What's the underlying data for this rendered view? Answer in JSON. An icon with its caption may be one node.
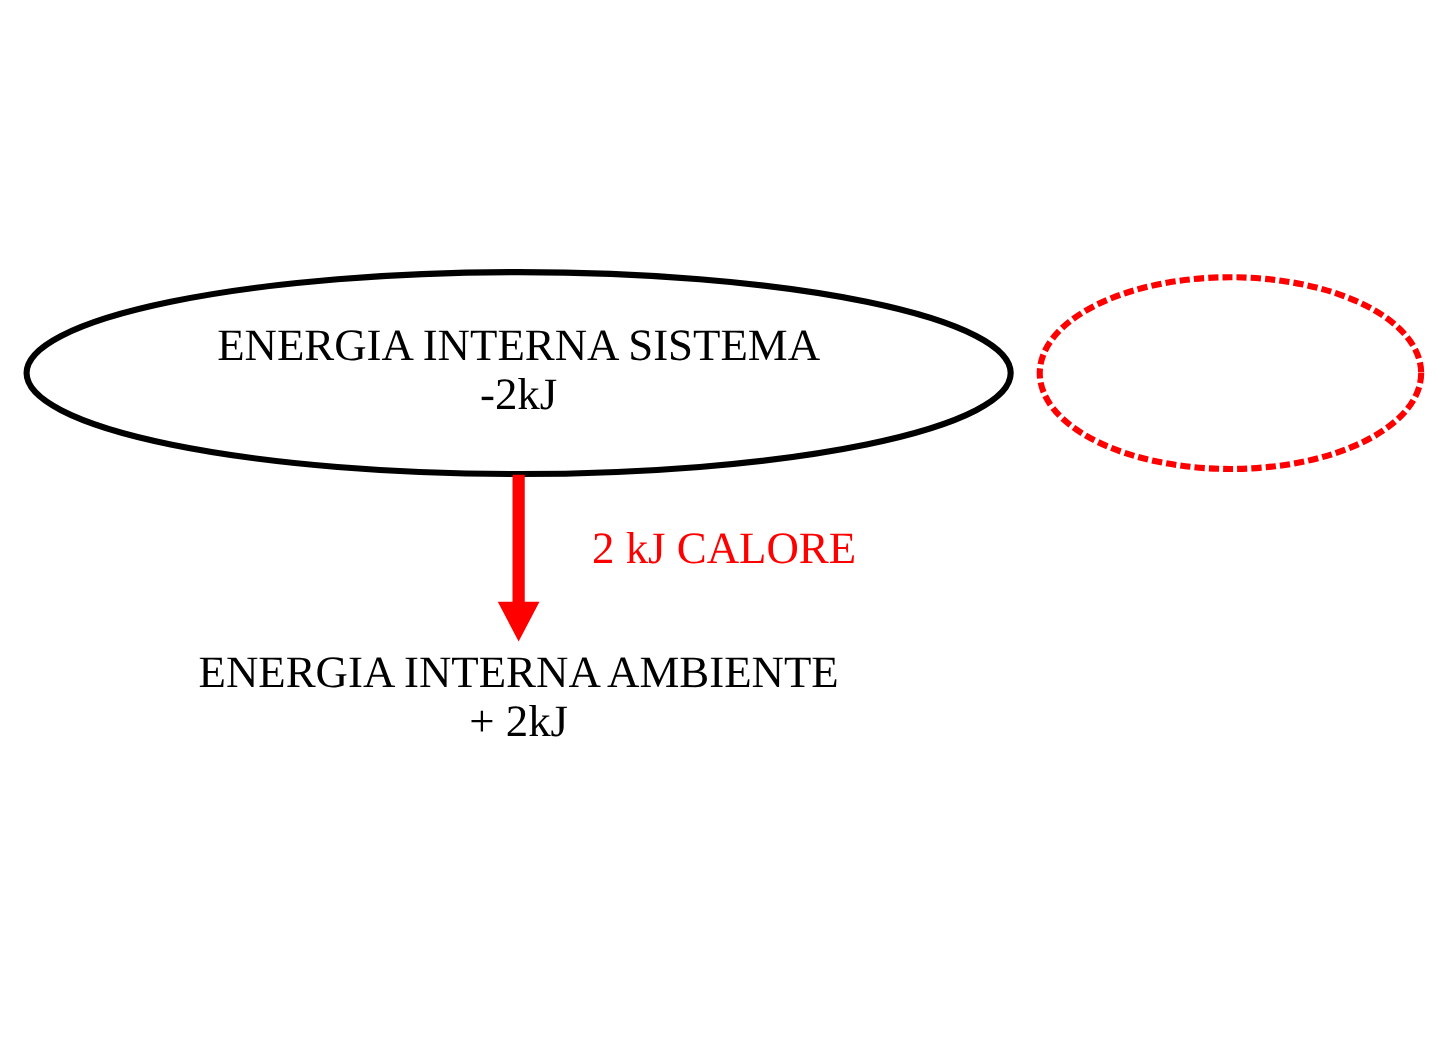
{
  "diagram": {
    "nodes": [
      {
        "text": [
          "ENERGIA INTERNA SISTEMA",
          "-2kJ"
        ]
      },
      {
        "text": [],
        "shape": "ellipse"
      },
      {
        "text": [
          "ENERGIA INTERNA AMBIENTE",
          "+ 2kJ"
        ]
      }
    ],
    "edges": [
      {
        "from": 0,
        "to": 2,
        "arrow": "to",
        "label": "2 kJ CALORE",
        "color": "#ff0000"
      }
    ]
  }
}
